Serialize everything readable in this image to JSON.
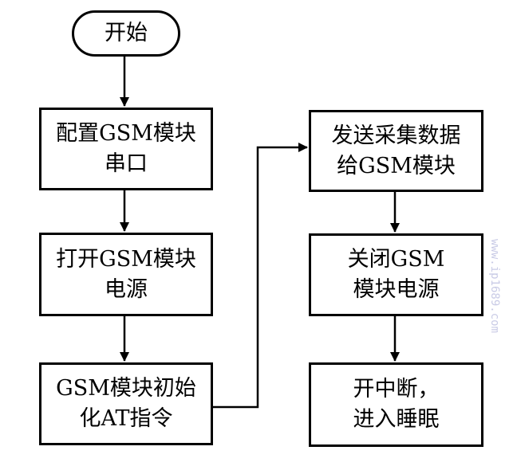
{
  "flowchart": {
    "start": {
      "label": "开始"
    },
    "nodes": [
      {
        "id": "configure-serial",
        "lines": [
          "配置GSM模块",
          "串口"
        ]
      },
      {
        "id": "power-on",
        "lines": [
          "打开GSM模块",
          "电源"
        ]
      },
      {
        "id": "init-at",
        "lines": [
          "GSM模块初始",
          "化AT指令"
        ]
      },
      {
        "id": "send-data",
        "lines": [
          "发送采集数据",
          "给GSM模块"
        ]
      },
      {
        "id": "power-off",
        "lines": [
          "关闭GSM",
          "模块电源"
        ]
      },
      {
        "id": "sleep",
        "lines": [
          "开中断，",
          "进入睡眠"
        ]
      }
    ],
    "edges": [
      [
        "start",
        "configure-serial"
      ],
      [
        "configure-serial",
        "power-on"
      ],
      [
        "power-on",
        "init-at"
      ],
      [
        "init-at",
        "send-data"
      ],
      [
        "send-data",
        "power-off"
      ],
      [
        "power-off",
        "sleep"
      ]
    ]
  },
  "watermark": "www.ip1689.com",
  "colors": {
    "stroke": "#000000",
    "background": "#ffffff",
    "watermark": "#c9cbe6"
  }
}
